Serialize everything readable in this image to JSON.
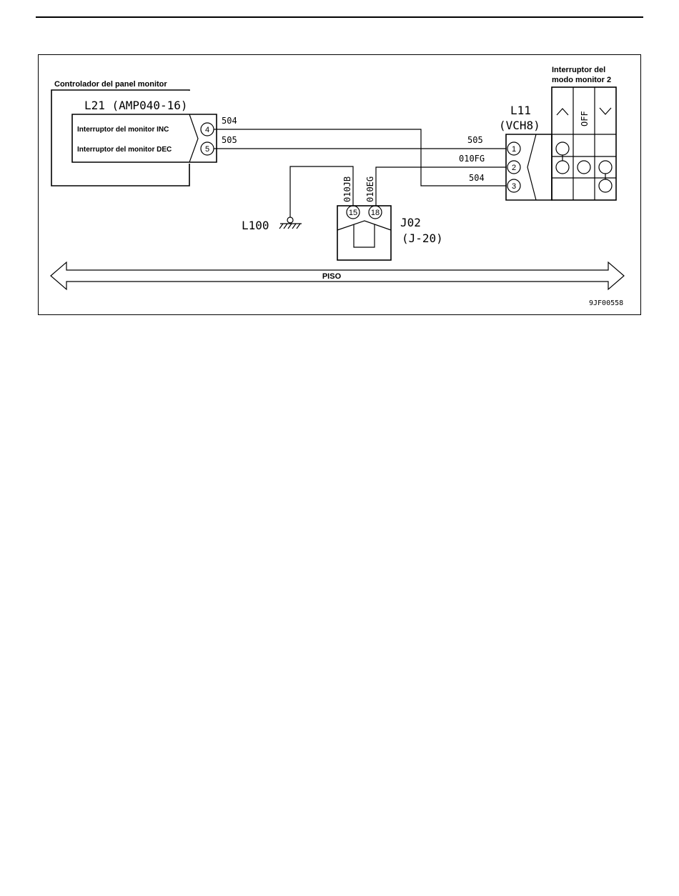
{
  "page": {
    "figure_id": "9JF00558"
  },
  "controller": {
    "title": "Controlador del panel monitor",
    "connector": "L21 (AMP040-16)",
    "signals": [
      {
        "label": "Interruptor del monitor INC",
        "pin": "4"
      },
      {
        "label": "Interruptor del monitor DEC",
        "pin": "5"
      }
    ]
  },
  "wires": {
    "w504": "504",
    "w505": "505",
    "w010JB": "010JB",
    "w010EG": "010EG",
    "w010FG": "010FG"
  },
  "ground": {
    "label": "L100"
  },
  "junction": {
    "name": "J02",
    "sub": "(J-20)",
    "pins": [
      "15",
      "18"
    ]
  },
  "switch": {
    "title_line1": "Interruptor del",
    "title_line2": "modo monitor 2",
    "connector_line1": "L11",
    "connector_line2": "(VCH8)",
    "pins": [
      "1",
      "2",
      "3"
    ],
    "positions": [
      "up",
      "OFF",
      "down"
    ],
    "off_label": "OFF"
  },
  "floor": {
    "label": "PISO"
  }
}
